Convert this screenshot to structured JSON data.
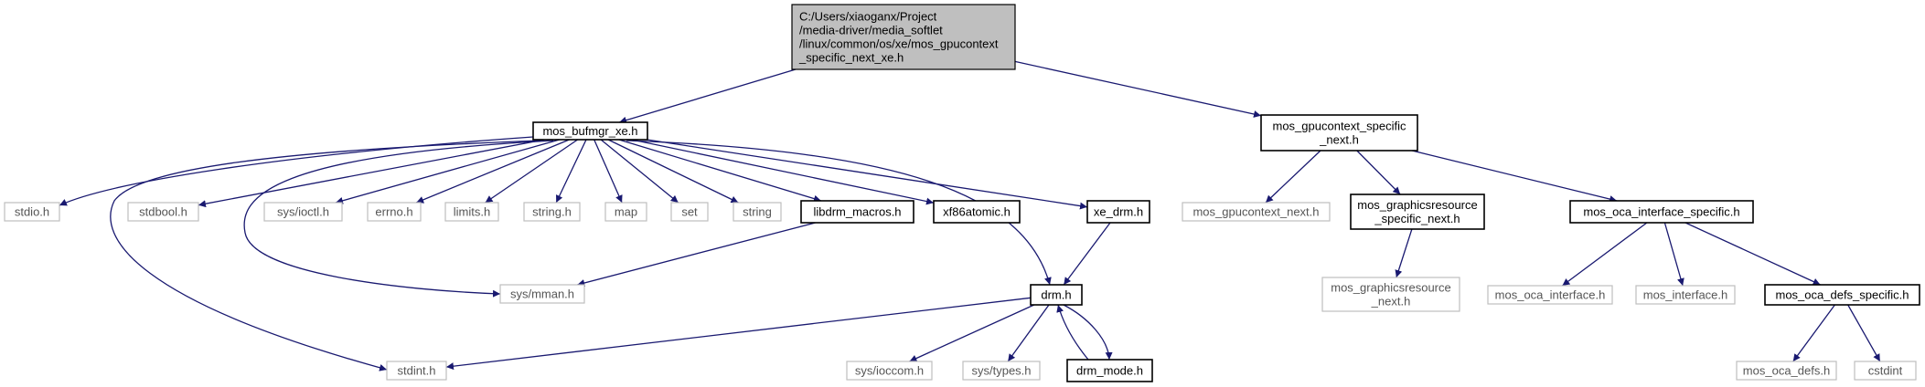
{
  "colors": {
    "edge": "#191970",
    "root_fill": "#bfbfbf",
    "box_stroke_documented": "#000000",
    "box_stroke_external": "#bfbfbf",
    "text_documented": "#000000",
    "text_external": "#555555"
  },
  "nodes": [
    {
      "id": "root",
      "lines": [
        "C:/Users/xiaoganx/Project",
        "/media-driver/media_softlet",
        "/linux/common/os/xe/mos_gpucontext",
        "_specific_next_xe.h"
      ],
      "kind": "root"
    },
    {
      "id": "mos_bufmgr_xe",
      "lines": [
        "mos_bufmgr_xe.h"
      ],
      "kind": "documented"
    },
    {
      "id": "mos_gpucontext_specific_next",
      "lines": [
        "mos_gpucontext_specific",
        "_next.h"
      ],
      "kind": "documented"
    },
    {
      "id": "stdio",
      "lines": [
        "stdio.h"
      ],
      "kind": "external"
    },
    {
      "id": "stdbool",
      "lines": [
        "stdbool.h"
      ],
      "kind": "external"
    },
    {
      "id": "sys_ioctl",
      "lines": [
        "sys/ioctl.h"
      ],
      "kind": "external"
    },
    {
      "id": "errno",
      "lines": [
        "errno.h"
      ],
      "kind": "external"
    },
    {
      "id": "limits",
      "lines": [
        "limits.h"
      ],
      "kind": "external"
    },
    {
      "id": "string_h",
      "lines": [
        "string.h"
      ],
      "kind": "external"
    },
    {
      "id": "map",
      "lines": [
        "map"
      ],
      "kind": "external"
    },
    {
      "id": "set",
      "lines": [
        "set"
      ],
      "kind": "external"
    },
    {
      "id": "string",
      "lines": [
        "string"
      ],
      "kind": "external"
    },
    {
      "id": "libdrm_macros",
      "lines": [
        "libdrm_macros.h"
      ],
      "kind": "documented"
    },
    {
      "id": "xf86atomic",
      "lines": [
        "xf86atomic.h"
      ],
      "kind": "documented"
    },
    {
      "id": "xe_drm",
      "lines": [
        "xe_drm.h"
      ],
      "kind": "documented"
    },
    {
      "id": "mos_gpucontext_next",
      "lines": [
        "mos_gpucontext_next.h"
      ],
      "kind": "external"
    },
    {
      "id": "mos_graphicsresource_specific_next",
      "lines": [
        "mos_graphicsresource",
        "_specific_next.h"
      ],
      "kind": "documented"
    },
    {
      "id": "mos_oca_interface_specific",
      "lines": [
        "mos_oca_interface_specific.h"
      ],
      "kind": "documented"
    },
    {
      "id": "sys_mman",
      "lines": [
        "sys/mman.h"
      ],
      "kind": "external"
    },
    {
      "id": "drm",
      "lines": [
        "drm.h"
      ],
      "kind": "documented"
    },
    {
      "id": "mos_graphicsresource_next",
      "lines": [
        "mos_graphicsresource",
        "_next.h"
      ],
      "kind": "external"
    },
    {
      "id": "mos_oca_interface",
      "lines": [
        "mos_oca_interface.h"
      ],
      "kind": "external"
    },
    {
      "id": "mos_interface",
      "lines": [
        "mos_interface.h"
      ],
      "kind": "external"
    },
    {
      "id": "mos_oca_defs_specific",
      "lines": [
        "mos_oca_defs_specific.h"
      ],
      "kind": "documented"
    },
    {
      "id": "stdint",
      "lines": [
        "stdint.h"
      ],
      "kind": "external"
    },
    {
      "id": "sys_ioccom",
      "lines": [
        "sys/ioccom.h"
      ],
      "kind": "external"
    },
    {
      "id": "sys_types",
      "lines": [
        "sys/types.h"
      ],
      "kind": "external"
    },
    {
      "id": "drm_mode",
      "lines": [
        "drm_mode.h"
      ],
      "kind": "documented"
    },
    {
      "id": "mos_oca_defs",
      "lines": [
        "mos_oca_defs.h"
      ],
      "kind": "external"
    },
    {
      "id": "cstdint",
      "lines": [
        "cstdint"
      ],
      "kind": "external"
    }
  ],
  "edges": [
    [
      "root",
      "mos_bufmgr_xe"
    ],
    [
      "root",
      "mos_gpucontext_specific_next"
    ],
    [
      "mos_bufmgr_xe",
      "stdio"
    ],
    [
      "mos_bufmgr_xe",
      "stdbool"
    ],
    [
      "mos_bufmgr_xe",
      "sys_ioctl"
    ],
    [
      "mos_bufmgr_xe",
      "errno"
    ],
    [
      "mos_bufmgr_xe",
      "limits"
    ],
    [
      "mos_bufmgr_xe",
      "string_h"
    ],
    [
      "mos_bufmgr_xe",
      "map"
    ],
    [
      "mos_bufmgr_xe",
      "set"
    ],
    [
      "mos_bufmgr_xe",
      "string"
    ],
    [
      "mos_bufmgr_xe",
      "libdrm_macros"
    ],
    [
      "mos_bufmgr_xe",
      "xf86atomic"
    ],
    [
      "mos_bufmgr_xe",
      "xe_drm"
    ],
    [
      "mos_bufmgr_xe",
      "sys_mman"
    ],
    [
      "mos_bufmgr_xe",
      "drm"
    ],
    [
      "mos_bufmgr_xe",
      "stdint"
    ],
    [
      "libdrm_macros",
      "sys_mman"
    ],
    [
      "xe_drm",
      "drm"
    ],
    [
      "drm",
      "stdint"
    ],
    [
      "drm",
      "sys_ioccom"
    ],
    [
      "drm",
      "sys_types"
    ],
    [
      "drm",
      "drm_mode"
    ],
    [
      "drm_mode",
      "drm"
    ],
    [
      "mos_gpucontext_specific_next",
      "mos_gpucontext_next"
    ],
    [
      "mos_gpucontext_specific_next",
      "mos_graphicsresource_specific_next"
    ],
    [
      "mos_gpucontext_specific_next",
      "mos_oca_interface_specific"
    ],
    [
      "mos_graphicsresource_specific_next",
      "mos_graphicsresource_next"
    ],
    [
      "mos_oca_interface_specific",
      "mos_oca_interface"
    ],
    [
      "mos_oca_interface_specific",
      "mos_interface"
    ],
    [
      "mos_oca_interface_specific",
      "mos_oca_defs_specific"
    ],
    [
      "mos_oca_defs_specific",
      "mos_oca_defs"
    ],
    [
      "mos_oca_defs_specific",
      "cstdint"
    ]
  ]
}
